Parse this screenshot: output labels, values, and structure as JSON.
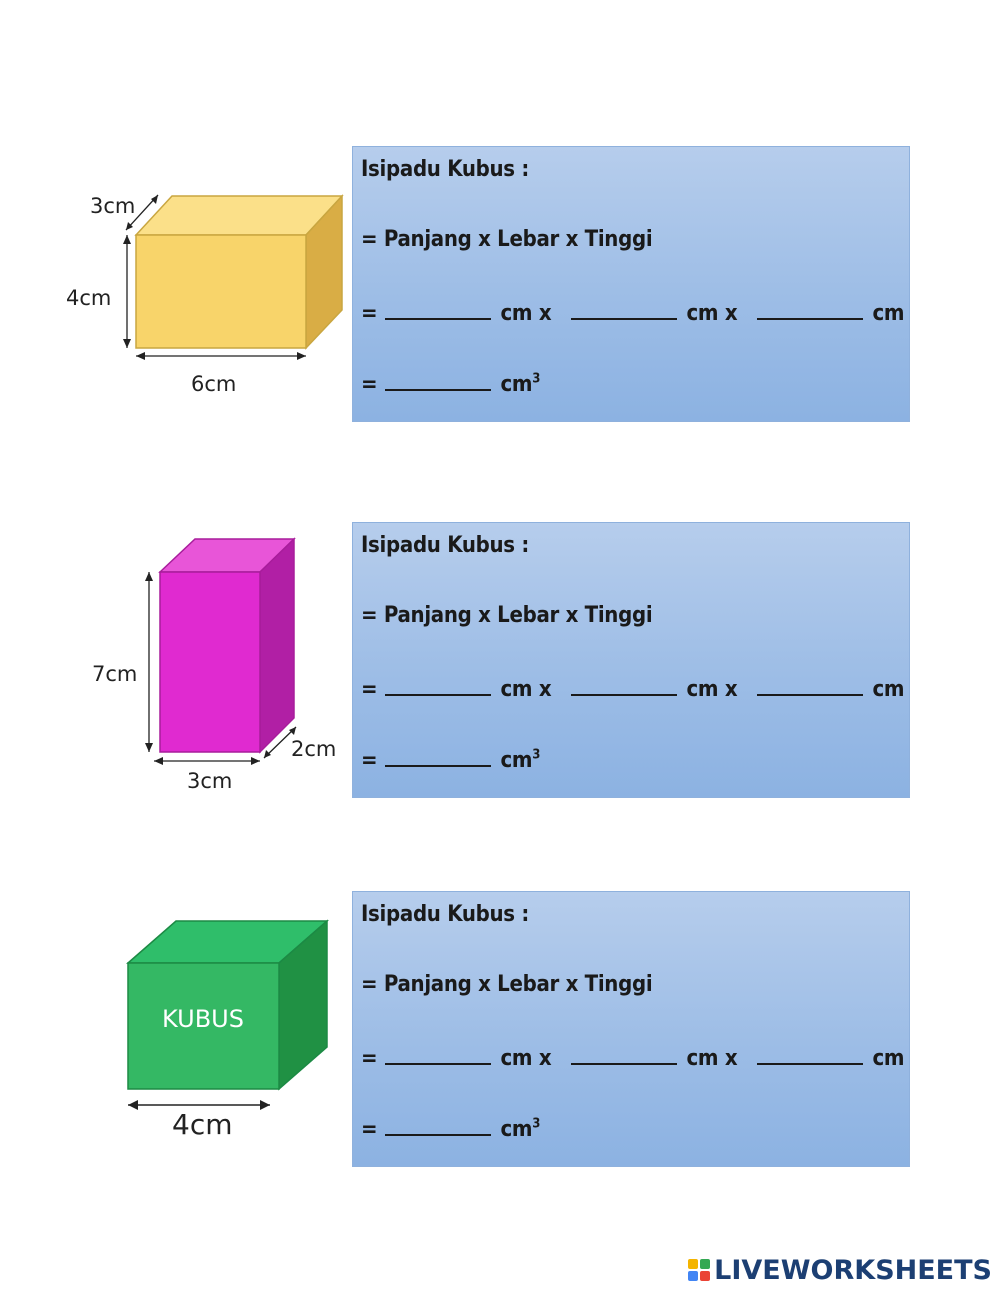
{
  "exercises": [
    {
      "figure": {
        "shape": "cuboid",
        "color": "#f8d46a",
        "labels": {
          "depth": "3cm",
          "height": "4cm",
          "width": "6cm"
        }
      },
      "card": {
        "title": "Isipadu Kubus :",
        "formula": "= Panjang x Lebar x Tinggi",
        "eq": "=",
        "unit": "cm x",
        "unit_last": "cm",
        "result_unit": "cm",
        "exponent": "3"
      }
    },
    {
      "figure": {
        "shape": "cuboid",
        "color": "#e02ad0",
        "labels": {
          "height": "7cm",
          "depth": "2cm",
          "width": "3cm"
        }
      },
      "card": {
        "title": "Isipadu Kubus :",
        "formula": "= Panjang x Lebar x Tinggi",
        "eq": "=",
        "unit": "cm x",
        "unit_last": "cm",
        "result_unit": "cm",
        "exponent": "3"
      }
    },
    {
      "figure": {
        "shape": "cube",
        "color": "#34b864",
        "labels": {
          "name": "KUBUS",
          "width": "4cm"
        }
      },
      "card": {
        "title": "Isipadu Kubus :",
        "formula": "= Panjang x Lebar x Tinggi",
        "eq": "=",
        "unit": "cm x",
        "unit_last": "cm",
        "result_unit": "cm",
        "exponent": "3"
      }
    }
  ],
  "footer": {
    "brand": "LIVEWORKSHEETS",
    "logo_colors": [
      "#f4b400",
      "#34a853",
      "#4285f4",
      "#ea4335"
    ]
  }
}
